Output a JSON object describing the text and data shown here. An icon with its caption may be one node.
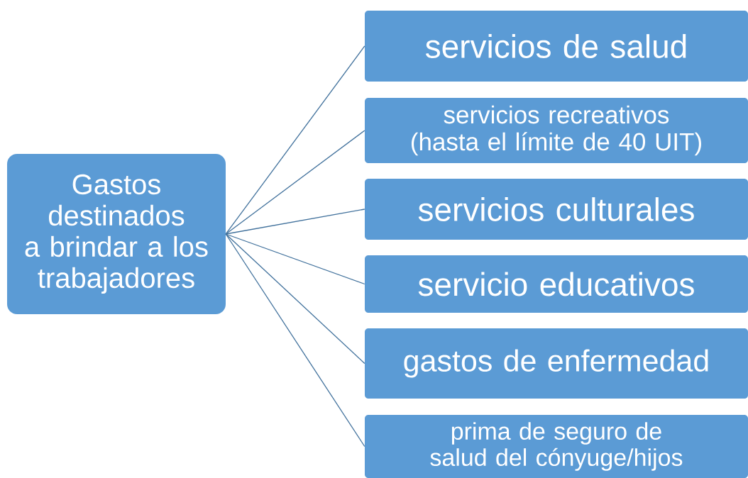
{
  "diagram": {
    "nodes": [
      {
        "text": [
          "Gastos destinados a brindar a los trabajadores"
        ]
      },
      {
        "text": [
          "servicios de salud"
        ]
      },
      {
        "text": [
          "servicios recreativos (hasta el límite de 40 UIT)"
        ]
      },
      {
        "text": [
          "servicios culturales"
        ]
      },
      {
        "text": [
          "servicio educativos"
        ]
      },
      {
        "text": [
          "gastos de enfermedad"
        ]
      },
      {
        "text": [
          "prima de seguro de salud del cónyuge/hijos"
        ]
      }
    ],
    "edges": [
      {
        "from": 0,
        "to": 1,
        "arrow": "none"
      },
      {
        "from": 0,
        "to": 2,
        "arrow": "none"
      },
      {
        "from": 0,
        "to": 3,
        "arrow": "none"
      },
      {
        "from": 0,
        "to": 4,
        "arrow": "none"
      },
      {
        "from": 0,
        "to": 5,
        "arrow": "none"
      },
      {
        "from": 0,
        "to": 6,
        "arrow": "none"
      }
    ]
  }
}
